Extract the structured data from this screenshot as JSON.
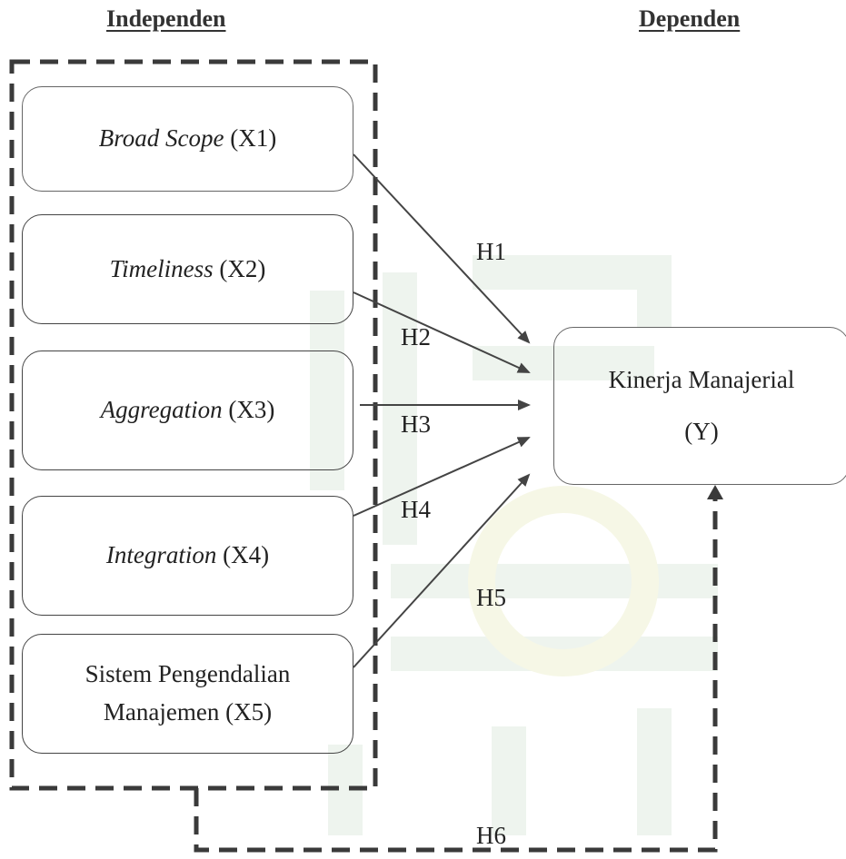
{
  "headings": {
    "independent": "Independen",
    "dependent": "Dependen"
  },
  "independent_variables": [
    {
      "italic": "Broad Scope",
      "plain": " (X1)"
    },
    {
      "italic": "Timeliness",
      "plain": " (X2)"
    },
    {
      "italic": "Aggregation",
      "plain": " (X3)"
    },
    {
      "italic": "Integration",
      "plain": " (X4)"
    },
    {
      "line1": "Sistem Pengendalian",
      "line2": "Manajemen (X5)"
    }
  ],
  "dependent_variable": {
    "line1": "Kinerja Manajerial",
    "line2": "(Y)"
  },
  "hypotheses": [
    "H1",
    "H2",
    "H3",
    "H4",
    "H5",
    "H6"
  ],
  "colors": {
    "line": "#444444",
    "dashed": "#3a3a3a",
    "watermark": "#eef4ee"
  }
}
